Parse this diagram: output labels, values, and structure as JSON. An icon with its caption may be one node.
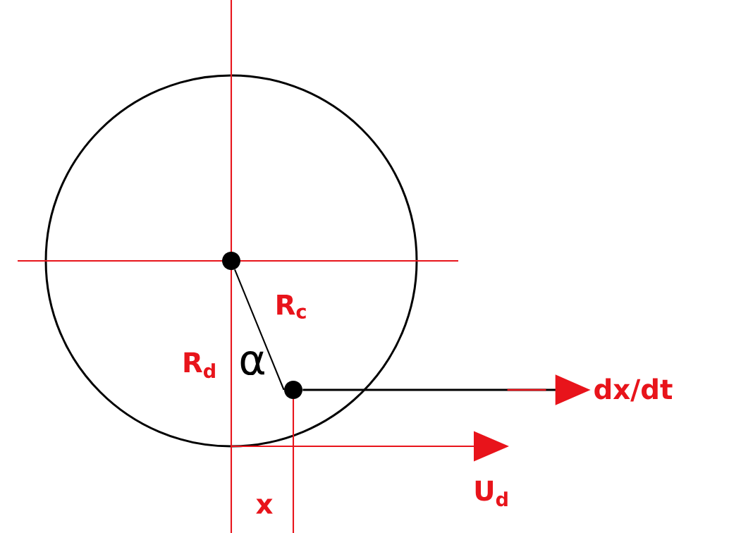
{
  "diagram": {
    "nodes": [
      {
        "text": [],
        "shape": "circle"
      },
      {
        "text": [],
        "shape": "circle"
      },
      {
        "text": [
          "dx/dt"
        ]
      }
    ],
    "edges": [
      {
        "from": 0,
        "to": 1,
        "arrow": "none"
      },
      {
        "from": 1,
        "to": 2,
        "arrow": "to"
      }
    ],
    "labels": [
      "R$_{c}$",
      "R$_{d}$",
      "α",
      "x",
      "U$_{d}$"
    ]
  }
}
